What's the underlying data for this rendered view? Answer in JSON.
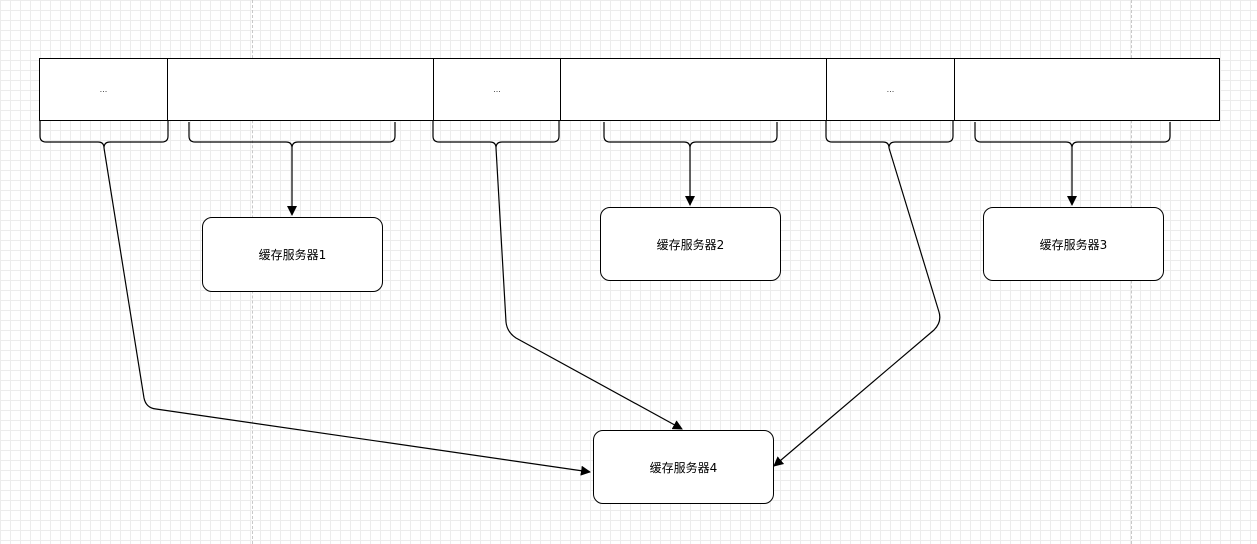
{
  "ring": {
    "cells": [
      {
        "label": "..."
      },
      {
        "label": ""
      },
      {
        "label": "..."
      },
      {
        "label": ""
      },
      {
        "label": "..."
      },
      {
        "label": ""
      }
    ]
  },
  "servers": [
    {
      "label": "缓存服务器1"
    },
    {
      "label": "缓存服务器2"
    },
    {
      "label": "缓存服务器3"
    },
    {
      "label": "缓存服务器4"
    }
  ],
  "colors": {
    "stroke": "#000000",
    "grid": "#ececec",
    "page_line": "#c8c8c8"
  }
}
